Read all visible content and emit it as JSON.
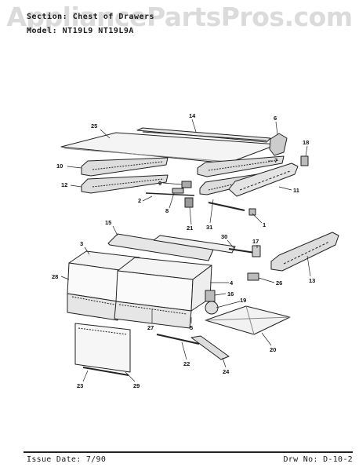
{
  "header": {
    "section_label": "Section:",
    "section_value": "Chest of Drawers",
    "model_label": "Model:",
    "model_value": "NT19L9  NT19L9A"
  },
  "watermark": "AppliancePartsPros.com",
  "footer": {
    "issue_label": "Issue Date:",
    "issue_value": "7/90",
    "drawing_label": "Drw No:",
    "drawing_value": "D-10-2"
  },
  "callouts": [
    "25",
    "14",
    "6",
    "18",
    "7",
    "10",
    "12",
    "9",
    "2",
    "8",
    "21",
    "31",
    "11",
    "1",
    "15",
    "30",
    "17",
    "3",
    "28",
    "26",
    "13",
    "4",
    "16",
    "19",
    "5",
    "27",
    "20",
    "22",
    "24",
    "23",
    "29"
  ]
}
